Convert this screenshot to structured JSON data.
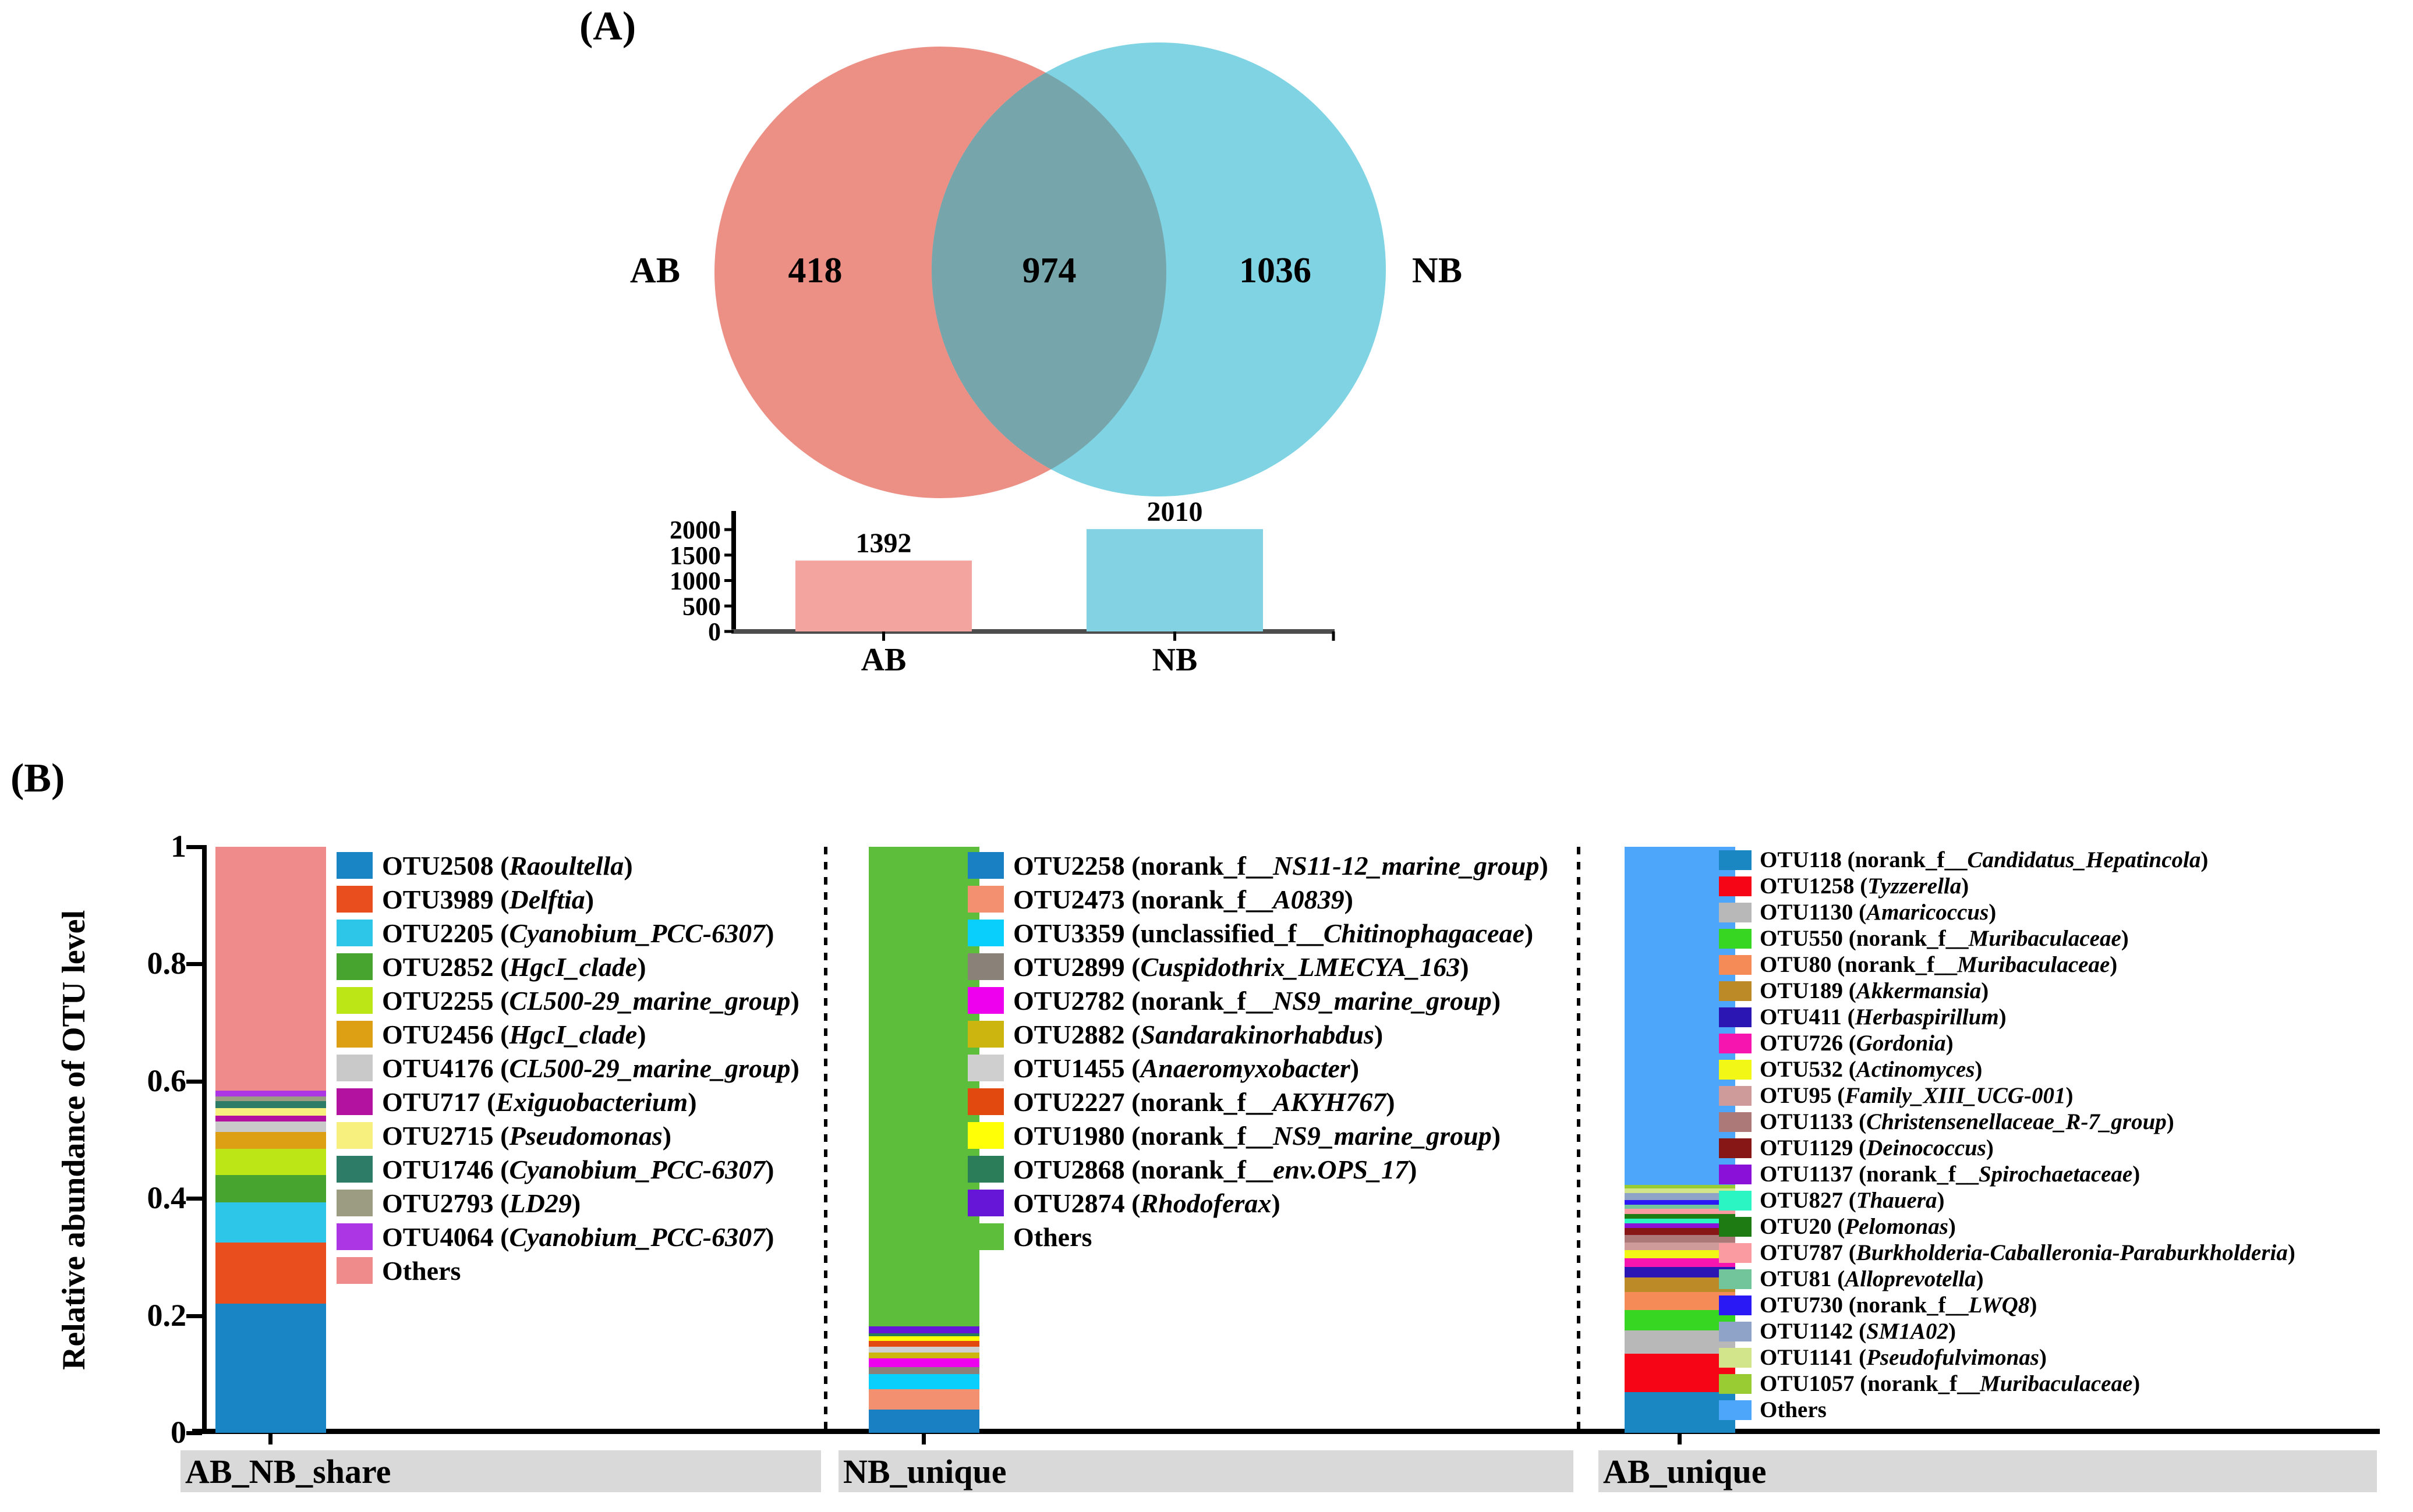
{
  "figure": {
    "panel_a_label": "(A)",
    "panel_b_label": "(B)"
  },
  "chart_data": [
    {
      "id": "venn_otu_overlap",
      "type": "venn",
      "sets": [
        {
          "label": "AB",
          "value": 418,
          "color": "#EC9086"
        },
        {
          "label": "NB",
          "value": 1036,
          "color": "#7FD3E3"
        }
      ],
      "overlap": {
        "value": 974,
        "color": "#76A6AC"
      }
    },
    {
      "id": "otu_counts",
      "type": "bar",
      "categories": [
        "AB",
        "NB"
      ],
      "values": [
        1392,
        2010
      ],
      "data_labels": [
        "1392",
        "2010"
      ],
      "bar_colors": [
        "#F4A49E",
        "#83D2E4"
      ],
      "ylim": [
        0,
        2000
      ],
      "yticks": [
        0,
        500,
        1000,
        1500,
        2000
      ]
    },
    {
      "id": "relative_abundance_stacked",
      "type": "bar",
      "stacked": true,
      "ylabel": "Relative abundance of OTU level",
      "ylim": [
        0,
        1
      ],
      "yticks": [
        0,
        0.2,
        0.4,
        0.6,
        0.8,
        1
      ],
      "groups": [
        {
          "name": "AB_NB_share",
          "segments": [
            {
              "label": "OTU2508",
              "prefix": "",
              "taxon": "Raoultella",
              "color": "#1A85C5",
              "value": 0.22
            },
            {
              "label": "OTU3989",
              "prefix": "",
              "taxon": "Delftia",
              "color": "#E94E1F",
              "value": 0.105
            },
            {
              "label": "OTU2205",
              "prefix": "",
              "taxon": "Cyanobium_PCC-6307",
              "color": "#2EC6E8",
              "value": 0.068
            },
            {
              "label": "OTU2852",
              "prefix": "",
              "taxon": "HgcI_clade",
              "color": "#47A42E",
              "value": 0.047
            },
            {
              "label": "OTU2255",
              "prefix": "",
              "taxon": "CL500-29_marine_group",
              "color": "#BCE615",
              "value": 0.045
            },
            {
              "label": "OTU2456",
              "prefix": "",
              "taxon": "HgcI_clade",
              "color": "#DDA014",
              "value": 0.028
            },
            {
              "label": "OTU4176",
              "prefix": "",
              "taxon": "CL500-29_marine_group",
              "color": "#C9C9C9",
              "value": 0.018
            },
            {
              "label": "OTU717",
              "prefix": "",
              "taxon": "Exiguobacterium",
              "color": "#B312A0",
              "value": 0.01
            },
            {
              "label": "OTU2715",
              "prefix": "",
              "taxon": "Pseudomonas",
              "color": "#F7F07E",
              "value": 0.013
            },
            {
              "label": "OTU1746",
              "prefix": "",
              "taxon": "Cyanobium_PCC-6307",
              "color": "#2D7C67",
              "value": 0.012
            },
            {
              "label": "OTU2793",
              "prefix": "",
              "taxon": "LD29",
              "color": "#9C9C82",
              "value": 0.008
            },
            {
              "label": "OTU4064",
              "prefix": "",
              "taxon": "Cyanobium_PCC-6307",
              "color": "#AC35E4",
              "value": 0.01
            },
            {
              "label": "Others",
              "prefix": "",
              "taxon": "",
              "color": "#F08B8B",
              "value": 0.416
            }
          ]
        },
        {
          "name": "NB_unique",
          "segments": [
            {
              "label": "OTU2258",
              "prefix": "norank_f__",
              "taxon": "NS11-12_marine_group",
              "color": "#1A80C4",
              "value": 0.04
            },
            {
              "label": "OTU2473",
              "prefix": "norank_f__",
              "taxon": "A0839",
              "color": "#F29070",
              "value": 0.035
            },
            {
              "label": "OTU3359",
              "prefix": "unclassified_f__",
              "taxon": "Chitinophagaceae",
              "color": "#08CFFB",
              "value": 0.025
            },
            {
              "label": "OTU2899",
              "prefix": "",
              "taxon": "Cuspidothrix_LMECYA_163",
              "color": "#8A8278",
              "value": 0.012
            },
            {
              "label": "OTU2782",
              "prefix": "norank_f__",
              "taxon": "NS9_marine_group",
              "color": "#EE00EE",
              "value": 0.015
            },
            {
              "label": "OTU2882",
              "prefix": "",
              "taxon": "Sandarakinorhabdus",
              "color": "#CCB50F",
              "value": 0.01
            },
            {
              "label": "OTU1455",
              "prefix": "",
              "taxon": "Anaeromyxobacter",
              "color": "#CFCFCF",
              "value": 0.01
            },
            {
              "label": "OTU2227",
              "prefix": "norank_f__",
              "taxon": "AKYH767",
              "color": "#E1490F",
              "value": 0.01
            },
            {
              "label": "OTU1980",
              "prefix": "norank_f__",
              "taxon": "NS9_marine_group",
              "color": "#FFFF05",
              "value": 0.008
            },
            {
              "label": "OTU2868",
              "prefix": "norank_f__",
              "taxon": "env.OPS_17",
              "color": "#2B7D59",
              "value": 0.005
            },
            {
              "label": "OTU2874",
              "prefix": "",
              "taxon": "Rhodoferax",
              "color": "#6616D6",
              "value": 0.012
            },
            {
              "label": "Others",
              "prefix": "",
              "taxon": "",
              "color": "#5CBE3A",
              "value": 0.818
            }
          ]
        },
        {
          "name": "AB_unique",
          "segments": [
            {
              "label": "OTU118",
              "prefix": "norank_f__",
              "taxon": "Candidatus_Hepatincola",
              "color": "#1B87C2",
              "value": 0.07
            },
            {
              "label": "OTU1258",
              "prefix": "",
              "taxon": "Tyzzerella",
              "color": "#F50515",
              "value": 0.065
            },
            {
              "label": "OTU1130",
              "prefix": "",
              "taxon": "Amaricoccus",
              "color": "#B8B8B8",
              "value": 0.04
            },
            {
              "label": "OTU550",
              "prefix": "norank_f__",
              "taxon": "Muribaculaceae",
              "color": "#37D623",
              "value": 0.035
            },
            {
              "label": "OTU80",
              "prefix": "norank_f__",
              "taxon": "Muribaculaceae",
              "color": "#F58B56",
              "value": 0.03
            },
            {
              "label": "OTU189",
              "prefix": "",
              "taxon": "Akkermansia",
              "color": "#BC8B28",
              "value": 0.025
            },
            {
              "label": "OTU411",
              "prefix": "",
              "taxon": "Herbaspirillum",
              "color": "#2B16B4",
              "value": 0.018
            },
            {
              "label": "OTU726",
              "prefix": "",
              "taxon": "Gordonia",
              "color": "#F715AF",
              "value": 0.015
            },
            {
              "label": "OTU532",
              "prefix": "",
              "taxon": "Actinomyces",
              "color": "#F2F715",
              "value": 0.014
            },
            {
              "label": "OTU95",
              "prefix": "",
              "taxon": "Family_XIII_UCG-001",
              "color": "#CE9A9A",
              "value": 0.013
            },
            {
              "label": "OTU1133",
              "prefix": "",
              "taxon": "Christensenellaceae_R-7_group",
              "color": "#AD7878",
              "value": 0.013
            },
            {
              "label": "OTU1129",
              "prefix": "",
              "taxon": "Deinococcus",
              "color": "#871616",
              "value": 0.012
            },
            {
              "label": "OTU1137",
              "prefix": "norank_f__",
              "taxon": "Spirochaetaceae",
              "color": "#8A11D8",
              "value": 0.008
            },
            {
              "label": "OTU827",
              "prefix": "",
              "taxon": "Thauera",
              "color": "#2BF5C2",
              "value": 0.008
            },
            {
              "label": "OTU20",
              "prefix": "",
              "taxon": "Pelomonas",
              "color": "#1E7A12",
              "value": 0.008
            },
            {
              "label": "OTU787",
              "prefix": "",
              "taxon": "Burkholderia-Caballeronia-Paraburkholderia",
              "color": "#F99BA0",
              "value": 0.008
            },
            {
              "label": "OTU81",
              "prefix": "",
              "taxon": "Alloprevotella",
              "color": "#72C49A",
              "value": 0.007
            },
            {
              "label": "OTU730",
              "prefix": "norank_f__",
              "taxon": "LWQ8",
              "color": "#2A18F5",
              "value": 0.008
            },
            {
              "label": "OTU1142",
              "prefix": "",
              "taxon": "SM1A02",
              "color": "#8FA3C8",
              "value": 0.012
            },
            {
              "label": "OTU1141",
              "prefix": "",
              "taxon": "Pseudofulvimonas",
              "color": "#D3E58A",
              "value": 0.008
            },
            {
              "label": "OTU1057",
              "prefix": "norank_f__",
              "taxon": "Muribaculaceae",
              "color": "#99CC33",
              "value": 0.006
            },
            {
              "label": "Others",
              "prefix": "",
              "taxon": "",
              "color": "#4DA6FA",
              "value": 0.577
            }
          ]
        }
      ]
    }
  ]
}
